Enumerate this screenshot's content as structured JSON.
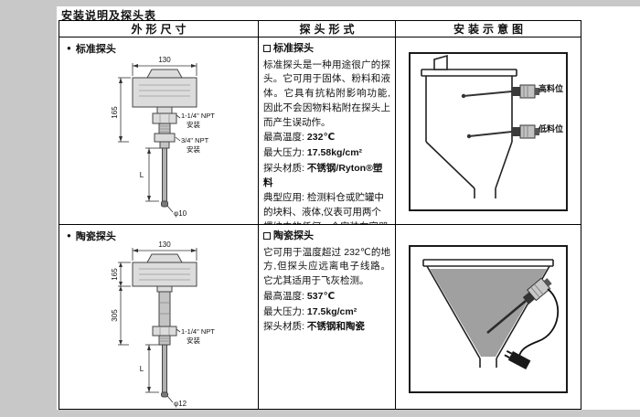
{
  "page_title": "安装说明及探头表",
  "headers": [
    "外形尺寸",
    "探头形式",
    "安装示意图"
  ],
  "rows": [
    {
      "bullet": "●",
      "label": "标准探头",
      "drawing": {
        "width": "130",
        "height": "165",
        "npt_top": "1-1/4\" NPT",
        "npt_top_sub": "安装",
        "npt_bottom": "3/4\" NPT",
        "npt_bottom_sub": "安装",
        "length": "L",
        "tip_dia": "φ10"
      },
      "probe_title": "标准探头",
      "description": "标准探头是一种用途很广的探头。它可用于固体、粉料和液体。它具有抗粘附影响功能,因此不会因物料粘附在探头上而产生误动作。",
      "specs": [
        {
          "label": "最高温度:",
          "value": "232℃"
        },
        {
          "label": "最大压力:",
          "value": "17.58kg/cm²"
        },
        {
          "label": "探头材质:",
          "value": "不锈钢/Ryton®塑料"
        },
        {
          "label": "典型应用:",
          "value": "检测料仓或贮罐中的块料、液体,仪表可用两个螺纹中的任何一个安装在容器壁上。"
        }
      ],
      "diagram_labels": [
        "高料位",
        "低料位"
      ]
    },
    {
      "bullet": "●",
      "label": "陶瓷探头",
      "drawing": {
        "width": "130",
        "height": "165",
        "height2": "305",
        "npt_top": "1-1/4\" NPT",
        "npt_top_sub": "安装",
        "length": "L",
        "tip_dia": "φ12"
      },
      "probe_title": "陶瓷探头",
      "description": "它可用于温度超过 232℃的地方,但探头应远离电子线路。它尤其适用于飞灰检测。",
      "specs": [
        {
          "label": "最高温度:",
          "value": "537℃"
        },
        {
          "label": "最大压力:",
          "value": "17.5kg/cm²"
        },
        {
          "label": "探头材质:",
          "value": "不锈钢和陶瓷"
        }
      ]
    }
  ]
}
